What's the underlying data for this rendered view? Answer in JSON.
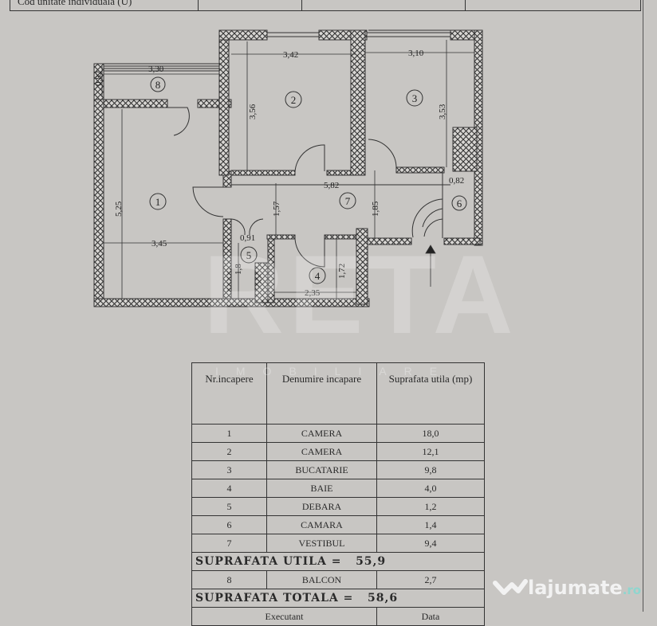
{
  "header": {
    "cell_label": "Cod unitate individuala (U)"
  },
  "plan": {
    "rooms": [
      "1",
      "2",
      "3",
      "4",
      "5",
      "6",
      "7",
      "8"
    ],
    "dims": {
      "balcon_w": "3,30",
      "balcon_h": "0,82",
      "r2_w": "3,42",
      "r2_h": "3,56",
      "r3_w": "3,10",
      "r3_h": "3,53",
      "r1_h": "5,25",
      "r1_w": "3,45",
      "r7_w": "5,82",
      "r7_h1": "1,57",
      "r7_h2": "1,85",
      "r6_w": "0,82",
      "r5_w": "0,91",
      "r5_h": "1,8",
      "r4_h": "1,72",
      "r4_w": "2,35"
    }
  },
  "table": {
    "headers": [
      "Nr.incapere",
      "Denumire incapare",
      "Suprafata utila (mp)"
    ],
    "rows": [
      {
        "nr": "1",
        "name": "CAMERA",
        "area": "18,0"
      },
      {
        "nr": "2",
        "name": "CAMERA",
        "area": "12,1"
      },
      {
        "nr": "3",
        "name": "BUCATARIE",
        "area": "9,8"
      },
      {
        "nr": "4",
        "name": "BAIE",
        "area": "4,0"
      },
      {
        "nr": "5",
        "name": "DEBARA",
        "area": "1,2"
      },
      {
        "nr": "6",
        "name": "CAMARA",
        "area": "1,4"
      },
      {
        "nr": "7",
        "name": "VESTIBUL",
        "area": "9,4"
      }
    ],
    "utila_label": "SUPRAFATA UTILA =",
    "utila_value": "55,9",
    "balcon": {
      "nr": "8",
      "name": "BALCON",
      "area": "2,7"
    },
    "totala_label": "SUPRAFATA TOTALA =",
    "totala_value": "58,6",
    "footer": [
      "Executant",
      "Data"
    ]
  },
  "watermark": {
    "letters": "RETA",
    "sub": "IMOBILIARE"
  },
  "logo": {
    "name": "lajumate",
    "tld": ".ro"
  }
}
